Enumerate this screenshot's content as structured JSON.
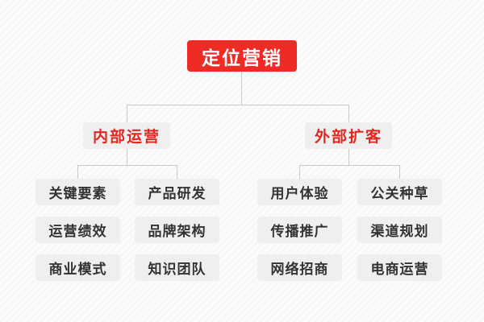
{
  "diagram": {
    "title": "定位营销",
    "type": "org-chart",
    "colors": {
      "root_bg": "#ee2b24",
      "root_text": "#ffffff",
      "branch_bg": "#efefef",
      "branch_text": "#e02720",
      "leaf_bg": "#efefef",
      "leaf_text": "#333333",
      "connector": "#c9c9c9",
      "page_bg": "#fbfbfb"
    },
    "root": {
      "label": "定位营销"
    },
    "branches": [
      {
        "label": "内部运营",
        "leaves": [
          {
            "label": "关键要素"
          },
          {
            "label": "产品研发"
          },
          {
            "label": "运营绩效"
          },
          {
            "label": "品牌架构"
          },
          {
            "label": "商业模式"
          },
          {
            "label": "知识团队"
          }
        ]
      },
      {
        "label": "外部扩客",
        "leaves": [
          {
            "label": "用户体验"
          },
          {
            "label": "公关种草"
          },
          {
            "label": "传播推广"
          },
          {
            "label": "渠道规划"
          },
          {
            "label": "网络招商"
          },
          {
            "label": "电商运营"
          }
        ]
      }
    ]
  }
}
